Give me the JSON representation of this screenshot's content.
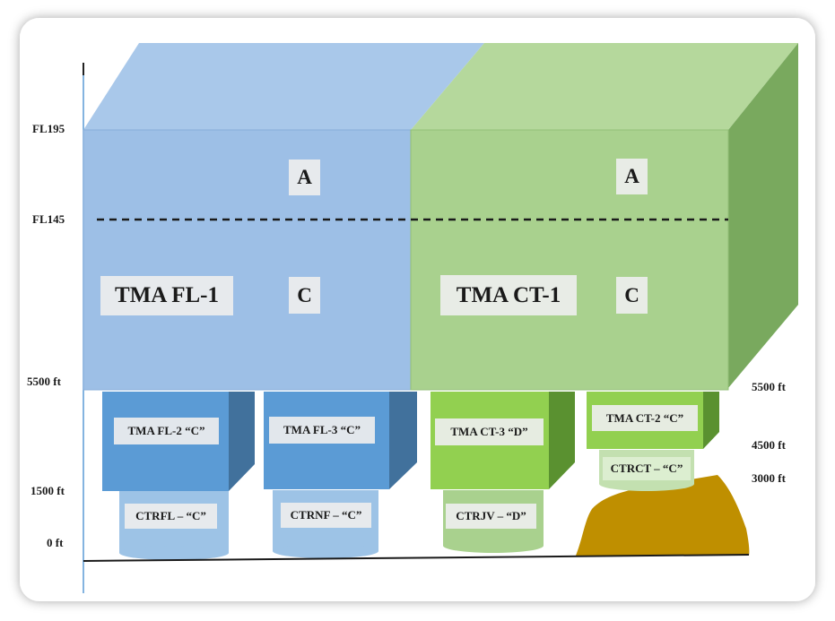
{
  "altitudes": {
    "fl195": "FL195",
    "fl145": "FL145",
    "ft5500_left": "5500 ft",
    "ft1500": "1500 ft",
    "ft0": "0 ft",
    "ft5500_right": "5500 ft",
    "ft4500": "4500 ft",
    "ft3000": "3000 ft"
  },
  "tma_fl1": {
    "name": "TMA FL-1",
    "class_upper": "A",
    "class_lower": "C"
  },
  "tma_ct1": {
    "name": "TMA CT-1",
    "class_upper": "A",
    "class_lower": "C"
  },
  "sub_areas": {
    "tma_fl2": "TMA FL-2 “C”",
    "tma_fl3": "TMA FL-3 “C”",
    "tma_ct3": "TMA CT-3  “D”",
    "tma_ct2": "TMA CT-2  “C”"
  },
  "ctrs": {
    "ctrfl": "CTRFL – “C”",
    "ctrnf": "CTRNF – “C”",
    "ctrjv": "CTRJV – “D”",
    "ctrct": "CTRCT – “C”"
  },
  "colors": {
    "blue_front": "#9dbfe6",
    "blue_top": "#a9c8ea",
    "green_front": "#a9d18e",
    "green_top": "#b5d89c",
    "green_side": "#78a85d",
    "terrain": "#bf8f00",
    "small_blue": "#5b9bd5",
    "small_green": "#92d050"
  }
}
